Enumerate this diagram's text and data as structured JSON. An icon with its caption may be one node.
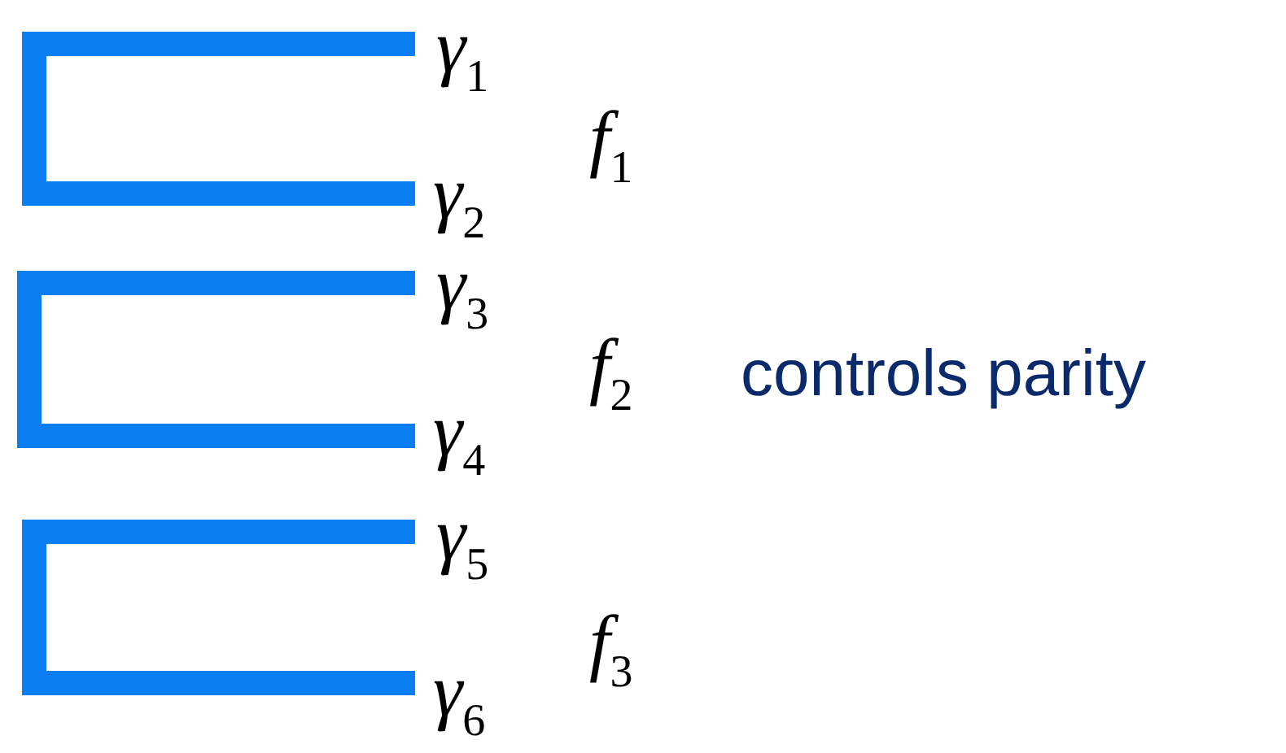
{
  "diagram": {
    "labels": [
      "γ$_{1}$",
      "f$_{1}$",
      "γ$_{2}$",
      "γ$_{3}$",
      "f$_{2}$",
      "controls parity",
      "γ$_{4}$",
      "γ$_{5}$",
      "f$_{3}$",
      "γ$_{6}$"
    ]
  }
}
